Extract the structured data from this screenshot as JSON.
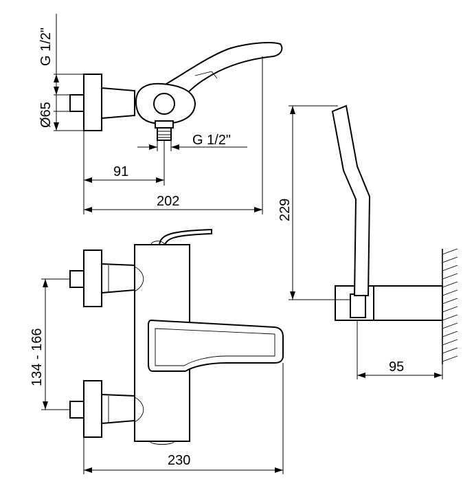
{
  "dimensions": {
    "top_thread_inlet": "G 1/2\"",
    "top_diameter": "Ø65",
    "top_thread_outlet": "G 1/2\"",
    "top_offset": "91",
    "top_depth": "202",
    "front_spacing": "134 - 166",
    "front_width": "230",
    "holder_height": "229",
    "holder_depth": "95"
  }
}
